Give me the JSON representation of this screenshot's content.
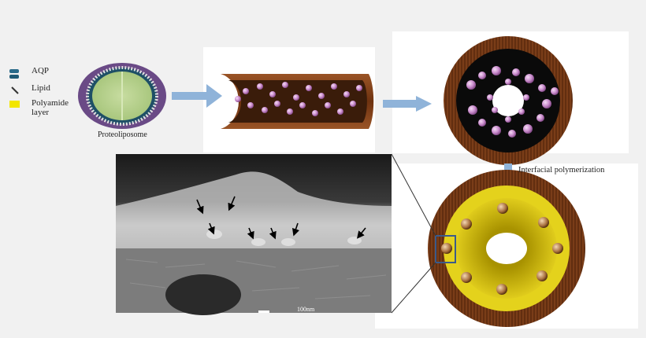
{
  "legend": {
    "aqp": {
      "label": "AQP",
      "color": "#2a6b8a"
    },
    "lipid": {
      "label": "Lipid",
      "color": "#333333"
    },
    "polyamide": {
      "label": "Polyamide\nlayer",
      "color": "#f2e600"
    }
  },
  "captions": {
    "proteoliposome": "Proteoliposome",
    "interfacial": "Interfacial polymerization",
    "scale_bar": "100nm"
  },
  "colors": {
    "brown": "#7a3d18",
    "lipid_purple": "#d9a3dc",
    "arrow_blue": "#8fb3d9",
    "gold": "#c9b200"
  }
}
